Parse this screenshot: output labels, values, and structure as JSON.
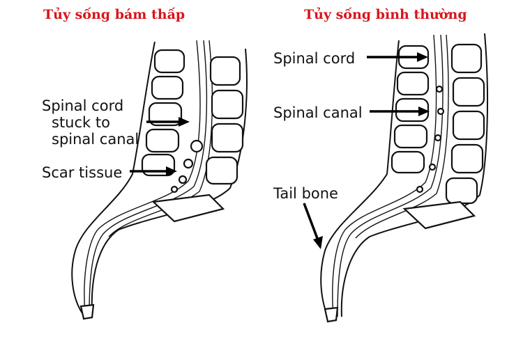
{
  "titles": {
    "left": "Tủy sống bám thấp",
    "right": "Tủy sống bình thường"
  },
  "left_labels": {
    "cord_line1": "Spinal cord",
    "cord_line2": "stuck to",
    "cord_line3": "spinal canal",
    "scar": "Scar tissue"
  },
  "right_labels": {
    "cord": "Spinal cord",
    "canal": "Spinal canal",
    "tail": "Tail bone"
  },
  "colors": {
    "title": "#d6151c",
    "ink": "#111111"
  }
}
